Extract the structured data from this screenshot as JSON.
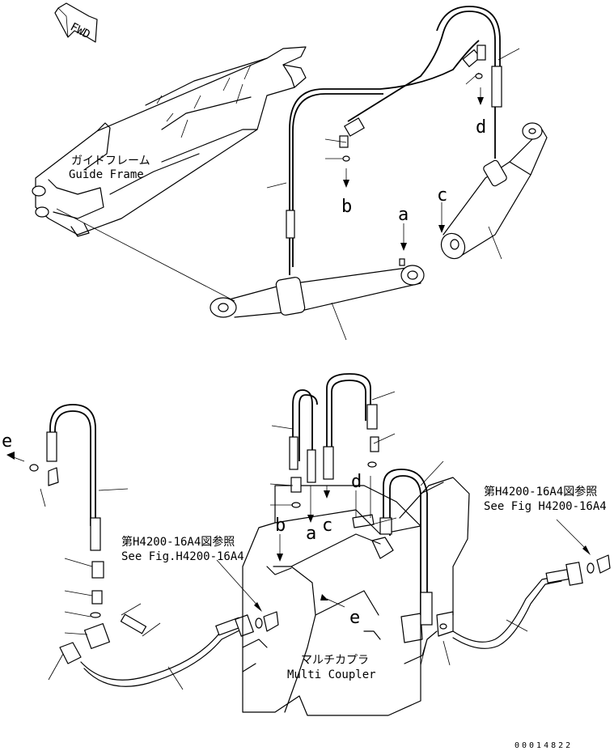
{
  "fwd_badge": "FWD",
  "guide_frame": {
    "jp": "ガイドフレーム",
    "en": "Guide Frame"
  },
  "multi_coupler": {
    "jp": "マルチカプラ",
    "en": "Multi Coupler"
  },
  "ref_left": {
    "jp": "第H4200-16A4図参照",
    "en": "See Fig.H4200-16A4"
  },
  "ref_right": {
    "jp": "第H4200-16A4図参照",
    "en": "See Fig H4200-16A4"
  },
  "letters": {
    "a_top": "a",
    "b_top": "b",
    "c_top": "c",
    "d_top": "d",
    "a_bot": "a",
    "b_bot": "b",
    "c_bot": "c",
    "d_bot": "d",
    "e_left": "e",
    "e_bot": "e"
  },
  "drawing_number": "00014822"
}
